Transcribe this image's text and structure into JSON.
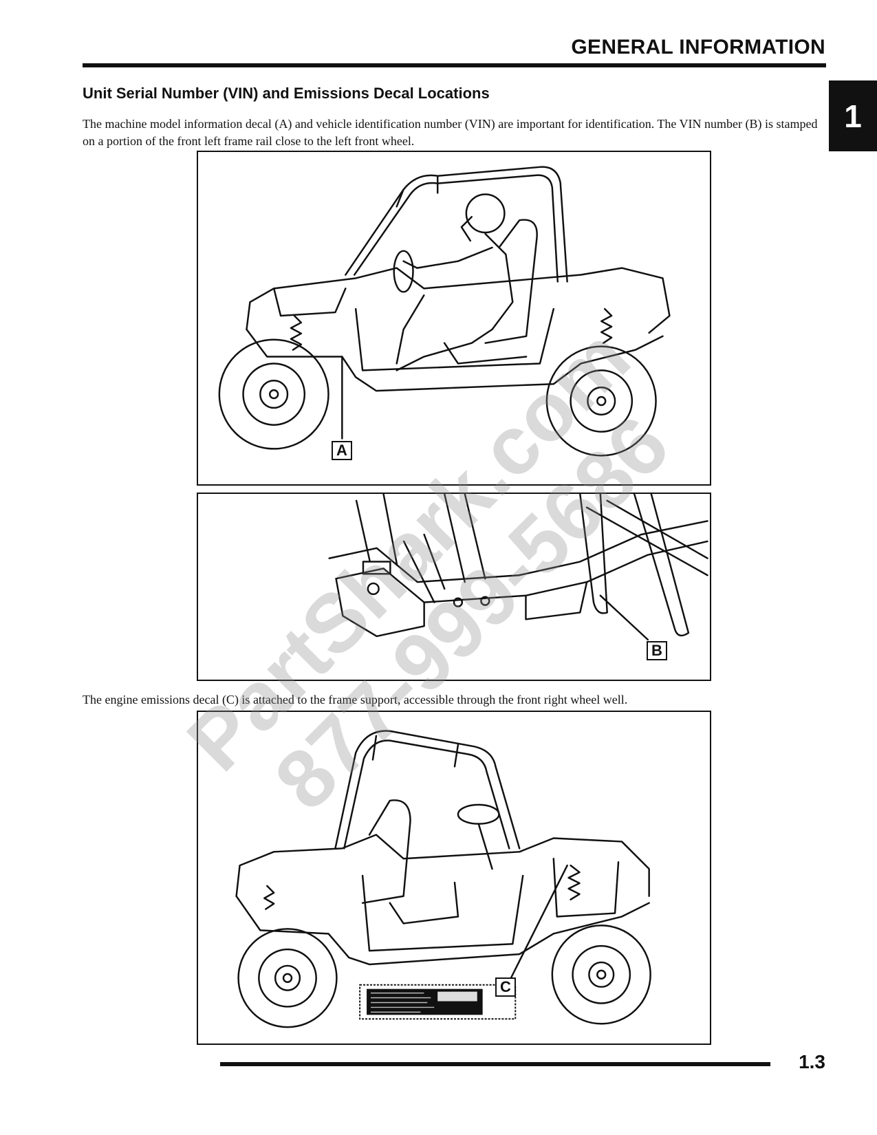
{
  "header": {
    "title": "GENERAL INFORMATION",
    "chapter_tab": "1"
  },
  "section": {
    "title": "Unit Serial Number (VIN) and Emissions Decal Locations"
  },
  "paragraphs": {
    "p1": "The machine model information decal (A) and vehicle identification number (VIN) are important for identification. The VIN number (B) is stamped on a portion of the front left frame rail close to the left front wheel.",
    "p2": "The engine emissions decal (C) is attached to the frame support, accessible through the front right wheel well."
  },
  "figures": {
    "fig1": {
      "callout": "A"
    },
    "fig2": {
      "callout": "B"
    },
    "fig3": {
      "callout": "C"
    }
  },
  "watermark": {
    "line1": "PartShark.com",
    "line2": "877-999-5686"
  },
  "footer": {
    "page_number": "1.3"
  }
}
